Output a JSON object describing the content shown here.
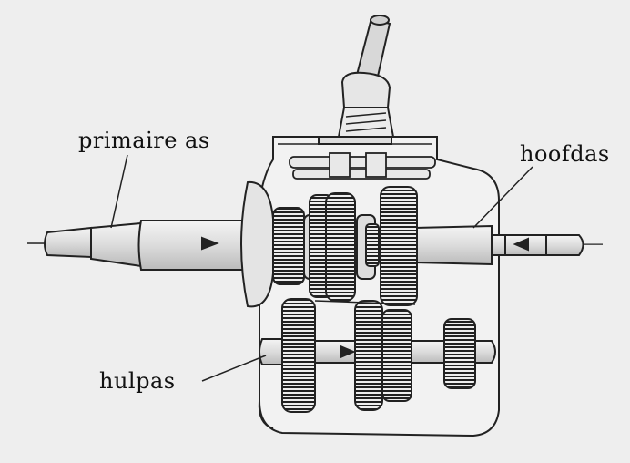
{
  "diagram": {
    "labels": {
      "primary_shaft": "primaire as",
      "main_shaft": "hoofdas",
      "counter_shaft": "hulpas"
    },
    "colors": {
      "background": "#eeeeee",
      "ink": "#111111"
    }
  }
}
